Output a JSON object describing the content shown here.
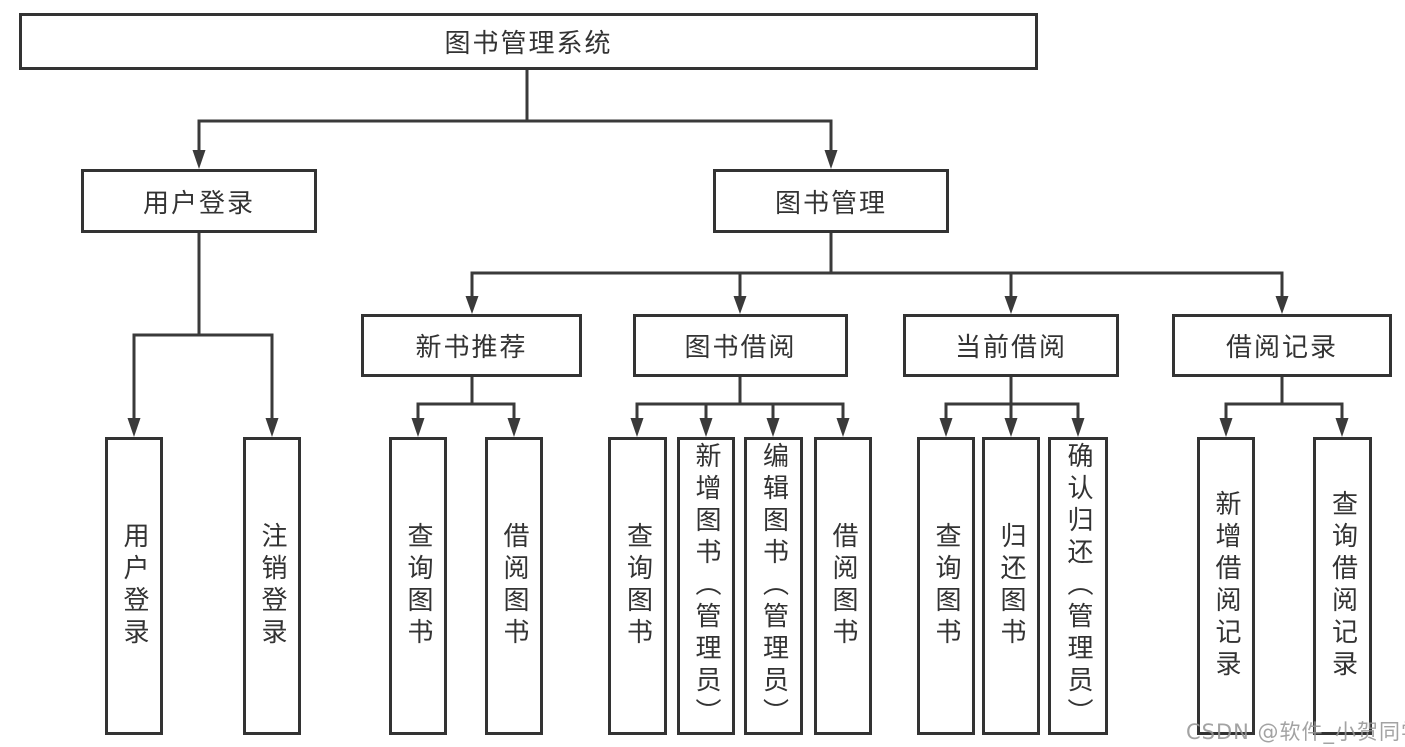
{
  "diagram_title": "图书管理系统",
  "nodes": {
    "root": {
      "label": "图书管理系统"
    },
    "user_login": {
      "label": "用户登录"
    },
    "book_mgmt": {
      "label": "图书管理"
    },
    "new_book_rec": {
      "label": "新书推荐"
    },
    "book_borrow": {
      "label": "图书借阅"
    },
    "current_borrow": {
      "label": "当前借阅"
    },
    "borrow_records": {
      "label": "借阅记录"
    },
    "leaf_login": {
      "label": "用户登录"
    },
    "leaf_logout": {
      "label": "注销登录"
    },
    "leaf_rec_query": {
      "label": "查询图书"
    },
    "leaf_rec_borrow": {
      "label": "借阅图书"
    },
    "leaf_bb_query": {
      "label": "查询图书"
    },
    "leaf_bb_add": {
      "label": "新增图书（管理员）"
    },
    "leaf_bb_edit": {
      "label": "编辑图书（管理员）"
    },
    "leaf_bb_borrow": {
      "label": "借阅图书"
    },
    "leaf_cb_query": {
      "label": "查询图书"
    },
    "leaf_cb_return": {
      "label": "归还图书"
    },
    "leaf_cb_confirm": {
      "label": "确认归还（管理员）"
    },
    "leaf_br_add": {
      "label": "新增借阅记录"
    },
    "leaf_br_query": {
      "label": "查询借阅记录"
    }
  },
  "watermark": {
    "text": "CSDN @软件_小贺同学"
  },
  "colors": {
    "line": "#3a3a3a",
    "box_border": "#333333",
    "text": "#333333",
    "background": "#ffffff",
    "watermark": "#969696"
  }
}
